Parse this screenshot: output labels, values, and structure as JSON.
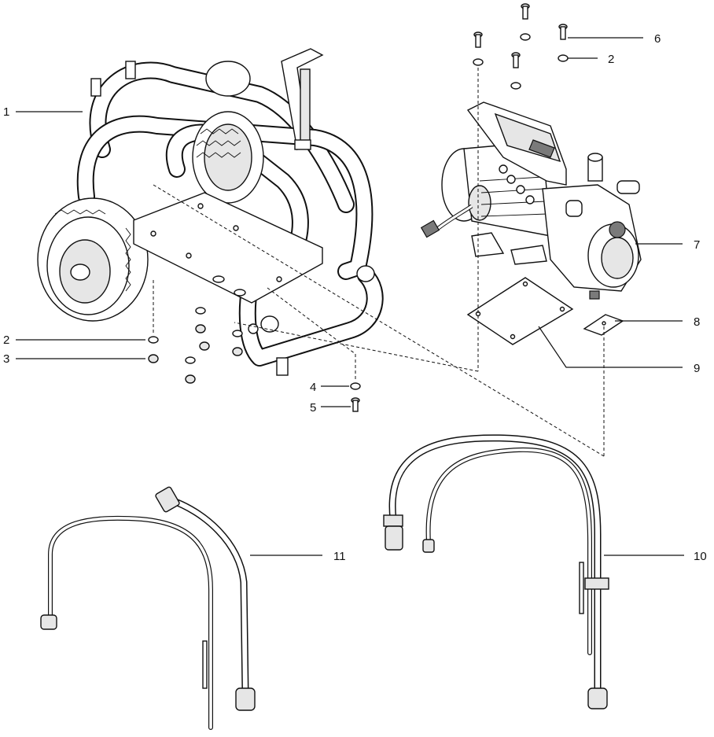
{
  "callouts": {
    "c1": "1",
    "c2a": "2",
    "c2b": "2",
    "c3": "3",
    "c4": "4",
    "c5": "5",
    "c6": "6",
    "c7": "7",
    "c8": "8",
    "c9": "9",
    "c10": "10",
    "c11": "11"
  },
  "colors": {
    "line": "#111111",
    "background": "#ffffff",
    "shade": "#7a7a7a"
  }
}
